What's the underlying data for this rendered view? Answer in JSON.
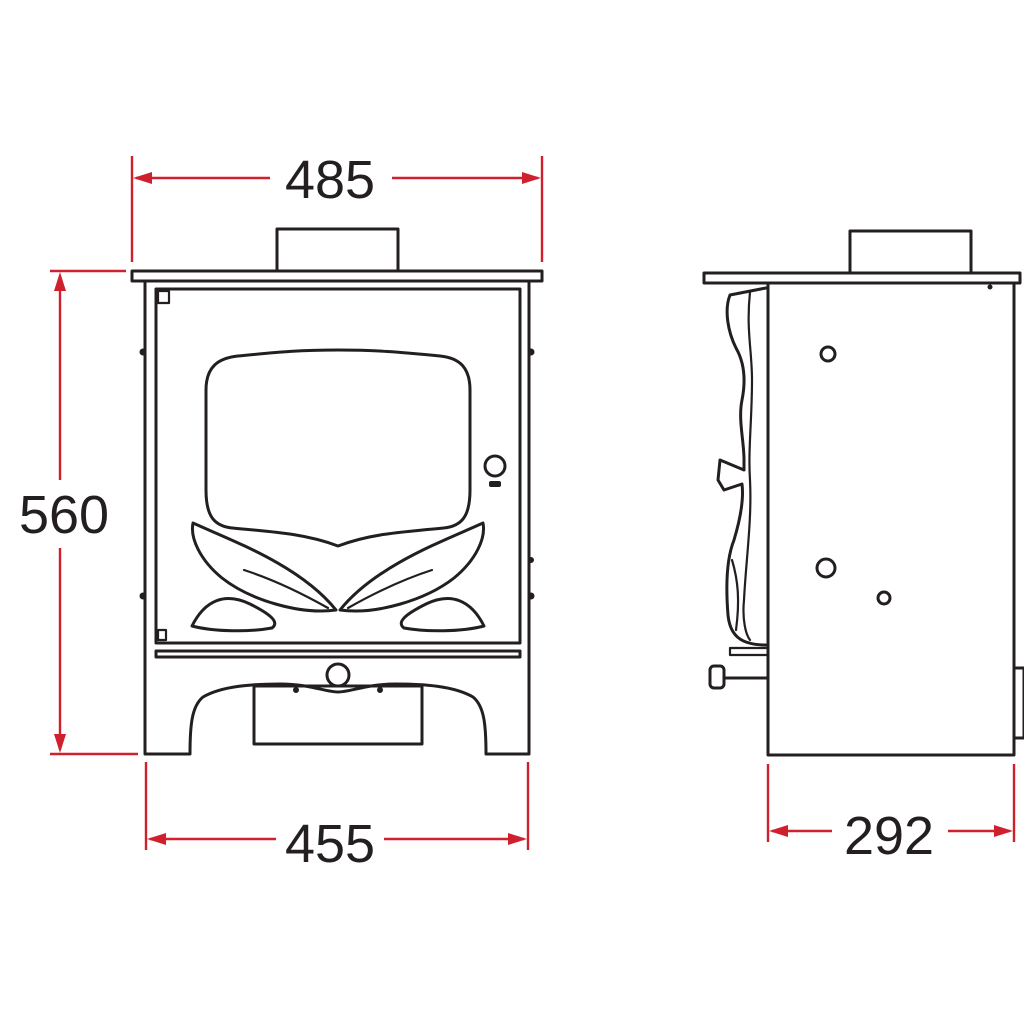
{
  "dimensions": {
    "top_width": "485",
    "height": "560",
    "base_width": "455",
    "depth": "292"
  },
  "colors": {
    "dimension_line": "#d0202e",
    "outline": "#231f20",
    "background": "#ffffff"
  }
}
